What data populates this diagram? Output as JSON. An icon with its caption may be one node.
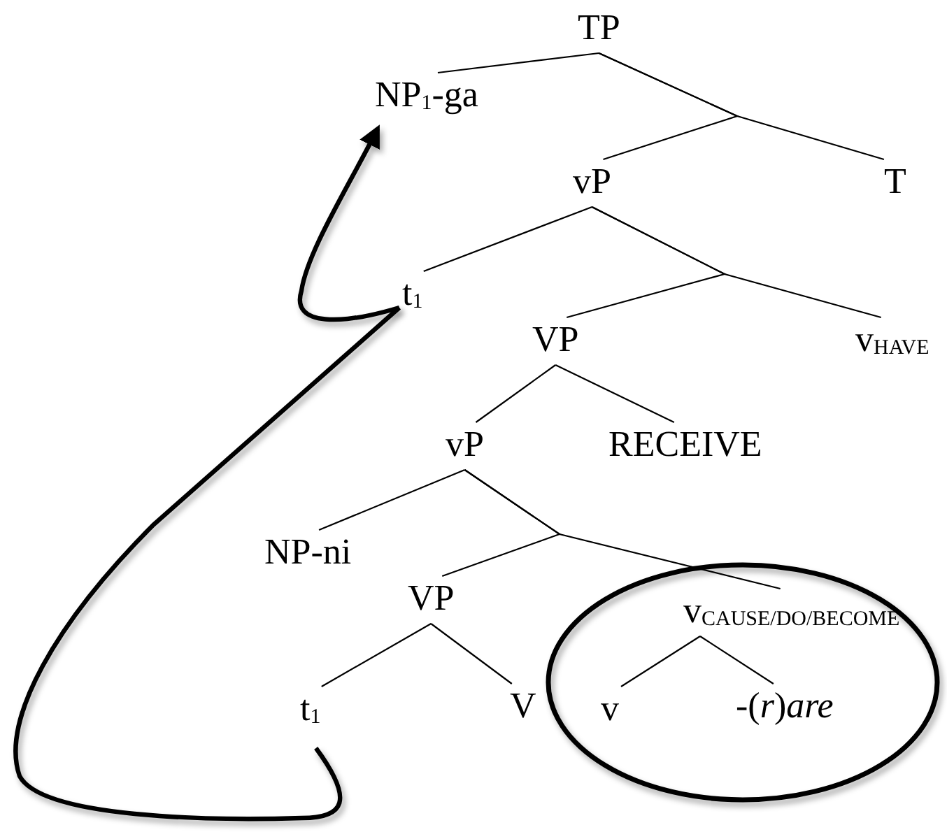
{
  "diagram": {
    "nodes": [
      {
        "text": [
          "TP"
        ]
      },
      {
        "text": [
          "NP$_{1}$-ga"
        ]
      },
      {
        "text": [
          "vP"
        ]
      },
      {
        "text": [
          "T"
        ]
      },
      {
        "text": [
          "t$_{1}$"
        ]
      },
      {
        "text": [
          "VP"
        ]
      },
      {
        "text": [
          "v$_{HAVE}$"
        ]
      },
      {
        "text": [
          "vP"
        ]
      },
      {
        "text": [
          "RECEIVE"
        ]
      },
      {
        "text": [
          "NP-ni"
        ]
      },
      {
        "text": [
          "VP"
        ]
      },
      {
        "text": [],
        "shape": "ellipse"
      },
      {
        "text": [
          "v$_{CAUSE/DO/BECOME}$"
        ],
        "in": 11
      },
      {
        "text": [
          "t$_{1}$"
        ]
      },
      {
        "text": [
          "V"
        ]
      },
      {
        "text": [
          "v"
        ],
        "in": 11
      },
      {
        "text": [
          "-(*r*)*are*"
        ],
        "in": 11
      }
    ],
    "edges": [
      {
        "from": 0,
        "to": 1,
        "arrow": "none"
      },
      {
        "from": 0,
        "to": 2,
        "arrow": "none"
      },
      {
        "from": 0,
        "to": 3,
        "arrow": "none"
      },
      {
        "from": 2,
        "to": 4,
        "arrow": "none"
      },
      {
        "from": 2,
        "to": 5,
        "arrow": "none"
      },
      {
        "from": 2,
        "to": 6,
        "arrow": "none"
      },
      {
        "from": 5,
        "to": 7,
        "arrow": "none"
      },
      {
        "from": 5,
        "to": 8,
        "arrow": "none"
      },
      {
        "from": 7,
        "to": 9,
        "arrow": "none"
      },
      {
        "from": 7,
        "to": 10,
        "arrow": "none"
      },
      {
        "from": 7,
        "to": 12,
        "arrow": "none"
      },
      {
        "from": 10,
        "to": 13,
        "arrow": "none"
      },
      {
        "from": 10,
        "to": 14,
        "arrow": "none"
      },
      {
        "from": 12,
        "to": 15,
        "arrow": "none"
      },
      {
        "from": 12,
        "to": 16,
        "arrow": "none"
      },
      {
        "from": 13,
        "to": 4,
        "arrow": "none",
        "style": "thick"
      },
      {
        "from": 4,
        "to": 1,
        "arrow": "to",
        "style": "thick"
      }
    ]
  }
}
